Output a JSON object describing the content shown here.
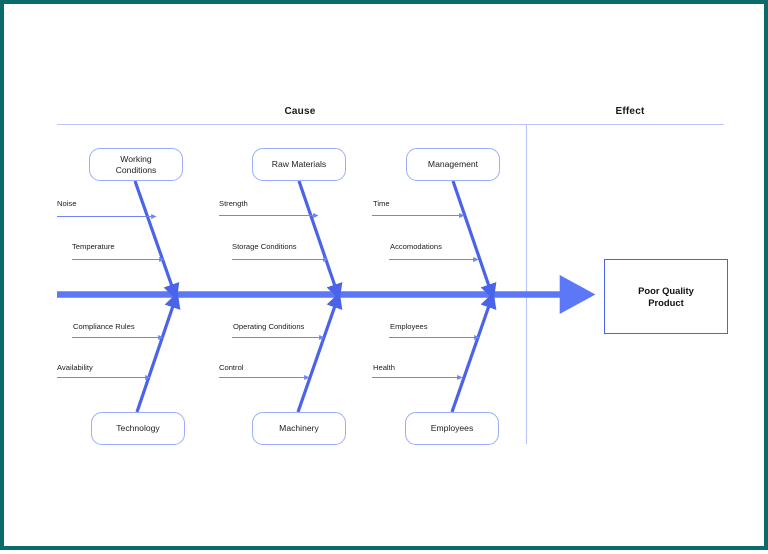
{
  "diagram": {
    "type": "fishbone-cause-and-effect",
    "headers": {
      "cause": "Cause",
      "effect": "Effect"
    },
    "effect": {
      "label": "Poor Quality\nProduct",
      "line1": "Poor Quality",
      "line2": "Product"
    },
    "colors": {
      "page_border": "#0b6b6b",
      "spine": "#5c78f6",
      "bone": "#4a63e8",
      "category_border": "#9aaefc",
      "effect_border": "#4a63e8",
      "divider": "#b9c6fb",
      "sub_arrow": "#6c85f7",
      "text": "#202124"
    },
    "categories": [
      {
        "id": "working-conditions",
        "label": "Working Conditions",
        "line1": "Working",
        "line2": "Conditions",
        "position": "top",
        "causes": [
          "Noise",
          "Temperature"
        ]
      },
      {
        "id": "raw-materials",
        "label": "Raw Materials",
        "line1": "Raw Materials",
        "line2": "",
        "position": "top",
        "causes": [
          "Strength",
          "Storage Conditions"
        ]
      },
      {
        "id": "management",
        "label": "Management",
        "line1": "Management",
        "line2": "",
        "position": "top",
        "causes": [
          "Time",
          "Accomodations"
        ]
      },
      {
        "id": "technology",
        "label": "Technology",
        "line1": "Technology",
        "line2": "",
        "position": "bottom",
        "causes": [
          "Compliance Rules",
          "Availability"
        ]
      },
      {
        "id": "machinery",
        "label": "Machinery",
        "line1": "Machinery",
        "line2": "",
        "position": "bottom",
        "causes": [
          "Operating Conditions",
          "Control"
        ]
      },
      {
        "id": "employees",
        "label": "Employees",
        "line1": "Employees",
        "line2": "",
        "position": "bottom",
        "causes": [
          "Employees",
          "Health"
        ]
      }
    ],
    "sub_causes": {
      "noise": "Noise",
      "temperature": "Temperature",
      "strength": "Strength",
      "storage_conditions": "Storage Conditions",
      "time": "Time",
      "accomodations": "Accomodations",
      "compliance_rules": "Compliance Rules",
      "availability": "Availability",
      "operating_conditions": "Operating Conditions",
      "control": "Control",
      "employees": "Employees",
      "health": "Health"
    }
  }
}
